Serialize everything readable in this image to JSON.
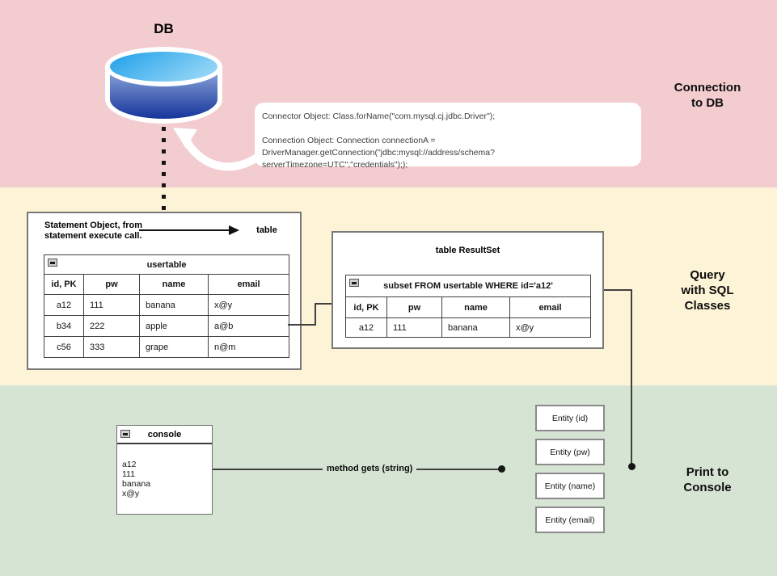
{
  "bands": {
    "connection": {
      "color": "#f3ccd0",
      "label_line1": "Connection",
      "label_line2": "to DB"
    },
    "query": {
      "color": "#fdf3d6",
      "label_line1": "Query",
      "label_line2": "with SQL",
      "label_line3": "Classes"
    },
    "print": {
      "color": "#d6e4d3",
      "label_line1": "Print to",
      "label_line2": "Console"
    }
  },
  "db": {
    "label": "DB"
  },
  "code_bubble": {
    "line1": "Connector Object: Class.forName(\"com.mysql.cj.jdbc.Driver\");",
    "line2": "Connection Object: Connection connectionA =",
    "line3": "DriverManager.getConnection(\"jdbc:mysql://address/schema?serverTimezone=UTC\",\"credentials\"););"
  },
  "statement_box": {
    "note_line1": "Statement Object, from",
    "note_line2": "statement execute call.",
    "arrow_label": "table",
    "table": {
      "title": "usertable",
      "headers": [
        "id, PK",
        "pw",
        "name",
        "email"
      ],
      "rows": [
        [
          "a12",
          "111",
          "banana",
          "x@y"
        ],
        [
          "b34",
          "222",
          "apple",
          "a@b"
        ],
        [
          "c56",
          "333",
          "grape",
          "n@m"
        ]
      ]
    }
  },
  "resultset_box": {
    "title": "table ResultSet",
    "table": {
      "title": "subset FROM usertable WHERE id='a12'",
      "headers": [
        "id, PK",
        "pw",
        "name",
        "email"
      ],
      "rows": [
        [
          "a12",
          "111",
          "banana",
          "x@y"
        ]
      ]
    }
  },
  "console_box": {
    "title": "console",
    "lines": [
      "a12",
      "111",
      "banana",
      "x@y"
    ]
  },
  "connector_label": "method gets (string)",
  "entities": [
    "Entity (id)",
    "Entity (pw)",
    "Entity (name)",
    "Entity (email)"
  ],
  "icons": {
    "collapse": "minus-collapse"
  }
}
